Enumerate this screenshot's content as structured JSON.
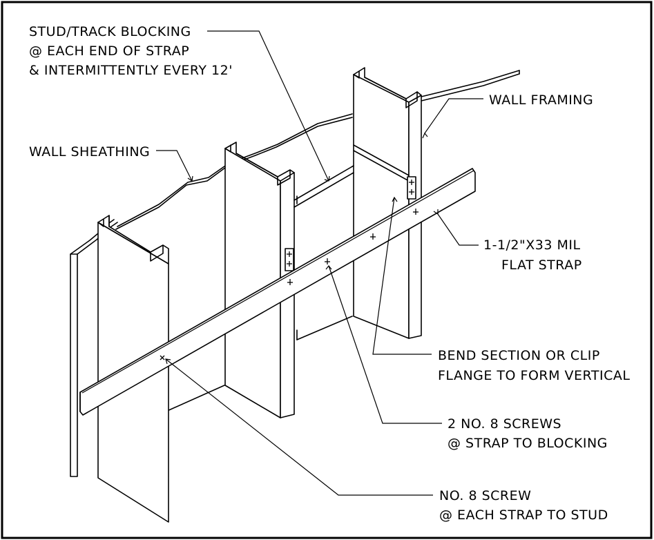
{
  "labels": {
    "blocking": [
      "STUD/TRACK BLOCKING",
      "@ EACH END OF STRAP",
      "& INTERMITTENTLY EVERY 12'"
    ],
    "wall_framing": [
      "WALL FRAMING"
    ],
    "wall_sheathing": [
      "WALL SHEATHING"
    ],
    "flat_strap": [
      "1-1/2\"X33 MIL",
      "FLAT STRAP"
    ],
    "bend_section": [
      "BEND SECTION OR CLIP",
      "FLANGE TO FORM VERTICAL"
    ],
    "screws_blocking": [
      "2 NO. 8 SCREWS",
      "@ STRAP TO BLOCKING"
    ],
    "screw_stud": [
      "NO. 8 SCREW",
      "@ EACH STRAP TO STUD"
    ]
  }
}
